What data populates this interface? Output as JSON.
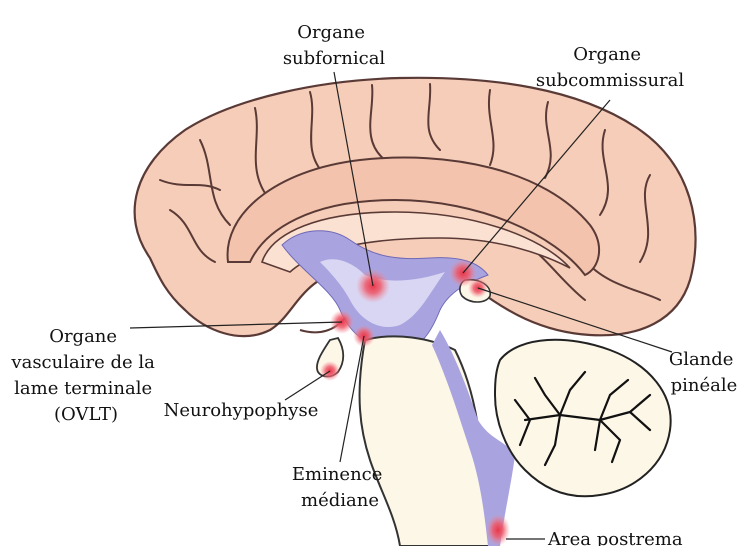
{
  "figure": {
    "colors": {
      "cortex": "#f6cdb8",
      "cortex_outline": "#5a3a36",
      "ventricle": "#a9a4e0",
      "ventricle_light": "#d9d6f3",
      "brainstem": "#fdf7e8",
      "cerebellum_outline": "#000000",
      "organ_glow": "#e8364a"
    },
    "labels": [
      {
        "id": "subfornical",
        "lines": [
          "Organe",
          "subfornical"
        ]
      },
      {
        "id": "subcommissural",
        "lines": [
          "Organe",
          "subcommissural"
        ]
      },
      {
        "id": "ovlt",
        "lines": [
          "Organe",
          "vasculaire de la",
          "lame terminale",
          "(OVLT)"
        ]
      },
      {
        "id": "glande-pineale",
        "lines": [
          "Glande",
          "pinéale"
        ]
      },
      {
        "id": "neurohypophyse",
        "lines": [
          "Neurohypophyse"
        ]
      },
      {
        "id": "eminence-mediane",
        "lines": [
          "Eminence",
          "médiane"
        ]
      },
      {
        "id": "area-postrema",
        "lines": [
          "Area postrema"
        ]
      }
    ]
  }
}
